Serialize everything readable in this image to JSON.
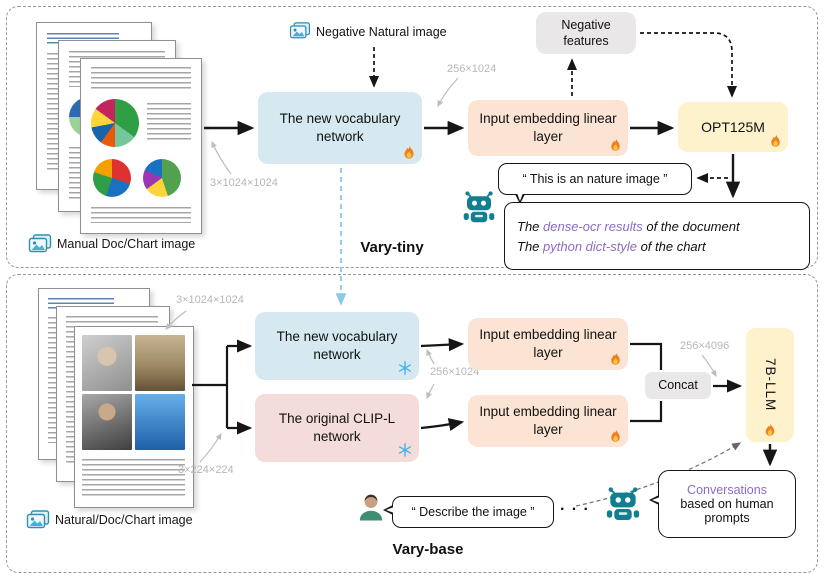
{
  "figure": {
    "tiny": {
      "title": "Vary-tiny",
      "caption": "Manual Doc/Chart image",
      "negative_input_label": "Negative Natural image",
      "dim_input": "3×1024×1024",
      "dim_embed": "256×1024",
      "vocab_box": "The new vocabulary network",
      "embed_box": "Input embedding linear layer",
      "negative_features": "Negative features",
      "llm_box": "OPT125M",
      "speech": "“ This is an nature image ”",
      "output": {
        "l1_pre": "The ",
        "l1_hl": "dense-ocr results",
        "l1_post": " of the document",
        "l2_pre": "The ",
        "l2_hl": "python dict-style",
        "l2_post": " of the chart"
      }
    },
    "base": {
      "title": "Vary-base",
      "caption": "Natural/Doc/Chart image",
      "dim_input_vocab": "3×1024×1024",
      "dim_input_clip": "3×224×224",
      "dim_embed": "256×1024",
      "dim_concat": "256×4096",
      "vocab_box": "The new vocabulary network",
      "clip_box": "The original CLIP-L network",
      "embed_box": "Input embedding linear layer",
      "concat_box": "Concat",
      "llm_box": "7B-LLM",
      "user_speech": "“ Describe the image ”",
      "ellipsis": "· · ·",
      "response": {
        "hl": "Conversations",
        "rest": "based on human prompts"
      }
    }
  },
  "colors": {
    "vocab_fill": "#d6e9f1",
    "embed_fill": "#fbe4d4",
    "llm_fill": "#fdf2cb",
    "clip_fill": "#f3dcd9",
    "gray_fill": "#e9e7e7",
    "highlight_purple": "#8a6cc5",
    "frozen_blue": "#45b1e8",
    "flame_orange": "#f07f1f",
    "robot_teal": "#117f8f",
    "dim_gray": "#b7b7b7"
  },
  "icons": {
    "flame-icon": "trainable module (fire)",
    "snowflake-icon": "frozen module (snowflake)",
    "robot-icon": "model assistant",
    "person-icon": "human user",
    "image-icon": "image input"
  }
}
